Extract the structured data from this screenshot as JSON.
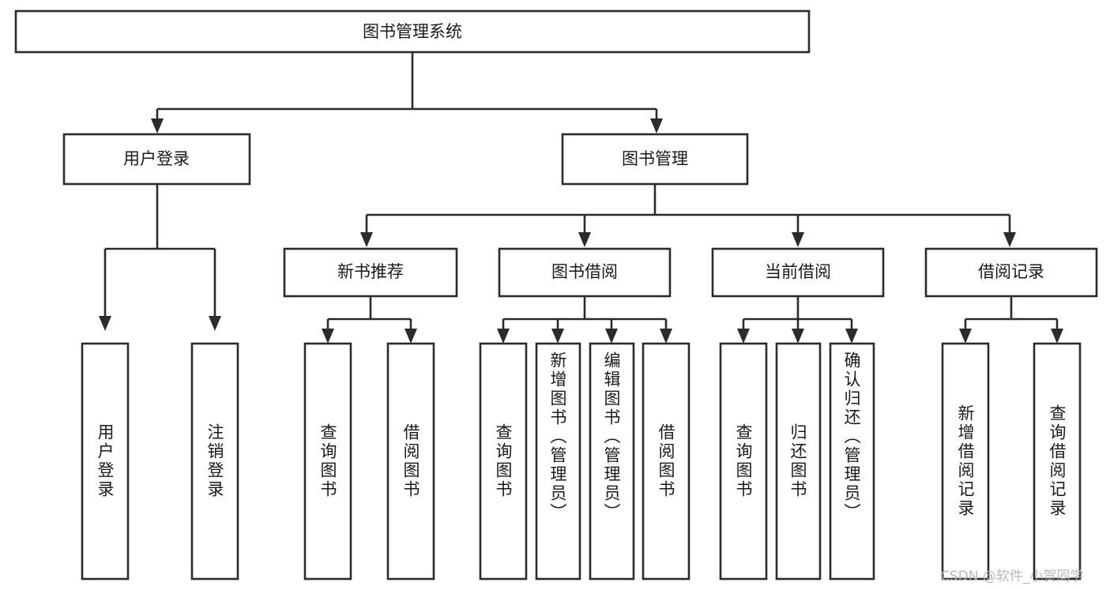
{
  "diagram": {
    "title": "图书管理系统",
    "type": "tree-hierarchy",
    "root": {
      "id": "root",
      "label": "图书管理系统",
      "orientation": "horizontal"
    },
    "level2": [
      {
        "id": "user-login",
        "label": "用户登录",
        "orientation": "horizontal"
      },
      {
        "id": "book-manage",
        "label": "图书管理",
        "orientation": "horizontal"
      }
    ],
    "level3": [
      {
        "id": "new-book-recommend",
        "label": "新书推荐",
        "orientation": "horizontal",
        "parent": "book-manage"
      },
      {
        "id": "book-borrow",
        "label": "图书借阅",
        "orientation": "horizontal",
        "parent": "book-manage"
      },
      {
        "id": "current-borrow",
        "label": "当前借阅",
        "orientation": "horizontal",
        "parent": "book-manage"
      },
      {
        "id": "borrow-record",
        "label": "借阅记录",
        "orientation": "horizontal",
        "parent": "book-manage"
      }
    ],
    "leaves": [
      {
        "id": "leaf-user-login",
        "label": "用户登录",
        "orientation": "vertical",
        "parent": "user-login",
        "align": "middle"
      },
      {
        "id": "leaf-logout",
        "label": "注销登录",
        "orientation": "vertical",
        "parent": "user-login",
        "align": "middle"
      },
      {
        "id": "leaf-query-book-1",
        "label": "查询图书",
        "orientation": "vertical",
        "parent": "new-book-recommend",
        "align": "middle"
      },
      {
        "id": "leaf-borrow-book-1",
        "label": "借阅图书",
        "orientation": "vertical",
        "parent": "new-book-recommend",
        "align": "middle"
      },
      {
        "id": "leaf-query-book-2",
        "label": "查询图书",
        "orientation": "vertical",
        "parent": "book-borrow",
        "align": "middle"
      },
      {
        "id": "leaf-add-book",
        "label": "新增图书（管理员）",
        "orientation": "vertical",
        "parent": "book-borrow",
        "align": "top"
      },
      {
        "id": "leaf-edit-book",
        "label": "编辑图书（管理员）",
        "orientation": "vertical",
        "parent": "book-borrow",
        "align": "top"
      },
      {
        "id": "leaf-borrow-book-2",
        "label": "借阅图书",
        "orientation": "vertical",
        "parent": "book-borrow",
        "align": "middle"
      },
      {
        "id": "leaf-query-book-3",
        "label": "查询图书",
        "orientation": "vertical",
        "parent": "current-borrow",
        "align": "middle"
      },
      {
        "id": "leaf-return-book",
        "label": "归还图书",
        "orientation": "vertical",
        "parent": "current-borrow",
        "align": "middle"
      },
      {
        "id": "leaf-confirm-return",
        "label": "确认归还（管理员）",
        "orientation": "vertical",
        "parent": "current-borrow",
        "align": "top"
      },
      {
        "id": "leaf-add-record",
        "label": "新增借阅记录",
        "orientation": "vertical",
        "parent": "borrow-record",
        "align": "middle"
      },
      {
        "id": "leaf-query-record",
        "label": "查询借阅记录",
        "orientation": "vertical",
        "parent": "borrow-record",
        "align": "middle"
      }
    ]
  },
  "watermark": {
    "text": "CSDN @软件_小贺同学"
  },
  "colors": {
    "stroke": "#2b2b2b",
    "fill": "#ffffff",
    "text": "#1a1a1a",
    "watermark": "#b6b6b6",
    "background": "#ffffff"
  }
}
